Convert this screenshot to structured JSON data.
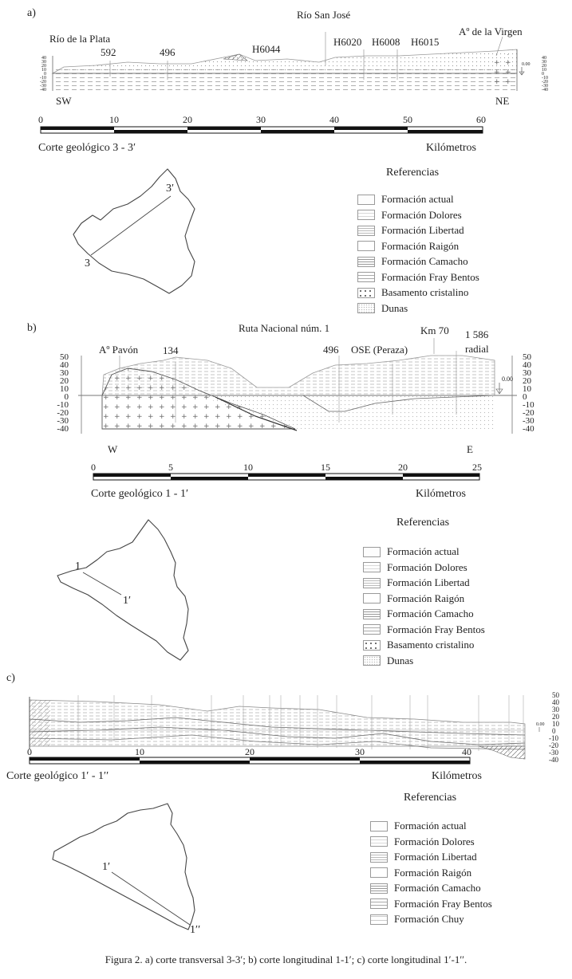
{
  "caption": "Figura 2. a) corte transversal 3-3′; b) corte longitudinal 1-1′; c) corte longitudinal 1′-1′′.",
  "panel_a": {
    "letter": "a)",
    "places": [
      "Río de la Plata",
      "592",
      "496",
      "H6044",
      "Río San José",
      "H6020",
      "H6008",
      "H6015",
      "Aº de la Virgen"
    ],
    "sw": "SW",
    "ne": "NE",
    "datum": "0.00",
    "y_ticks": [
      "40",
      "30",
      "20",
      "10",
      "0",
      "-10",
      "-20",
      "-30",
      "-40"
    ],
    "scale_ticks": [
      "0",
      "10",
      "20",
      "30",
      "40",
      "50",
      "60"
    ],
    "section_title": "Corte geológico 3 - 3′",
    "units": "Kilómetros",
    "map_start": "3",
    "map_end": "3′",
    "legend_title": "Referencias",
    "legend": [
      "Formación actual",
      "Formación Dolores",
      "Formación Libertad",
      "Formación Raigón",
      "Formación Camacho",
      "Formación Fray Bentos",
      "Basamento cristalino",
      "Dunas"
    ]
  },
  "panel_b": {
    "letter": "b)",
    "route": "Ruta Nacional núm. 1",
    "places": [
      "Aº Pavón",
      "134",
      "496",
      "OSE (Peraza)",
      "Km 70",
      "1 586",
      "radial"
    ],
    "w": "W",
    "e": "E",
    "datum": "0.00",
    "y_ticks": [
      "50",
      "40",
      "30",
      "20",
      "10",
      "0",
      "-10",
      "-20",
      "-30",
      "-40"
    ],
    "scale_ticks": [
      "0",
      "5",
      "10",
      "15",
      "20",
      "25"
    ],
    "section_title": "Corte geológico 1 - 1′",
    "units": "Kilómetros",
    "map_start": "1",
    "map_end": "1′",
    "legend_title": "Referencias",
    "legend": [
      "Formación actual",
      "Formación Dolores",
      "Formación Libertad",
      "Formación Raigón",
      "Formación Camacho",
      "Formación Fray Bentos",
      "Basamento cristalino",
      "Dunas"
    ]
  },
  "panel_c": {
    "letter": "c)",
    "datum": "0.00",
    "y_ticks": [
      "50",
      "40",
      "30",
      "20",
      "10",
      "0",
      "-10",
      "-20",
      "-30",
      "-40"
    ],
    "scale_ticks": [
      "0",
      "10",
      "20",
      "30",
      "40"
    ],
    "section_title": "Corte geológico 1′ - 1′′",
    "units": "Kilómetros",
    "map_start": "1′",
    "map_end": "1′′",
    "legend_title": "Referencias",
    "legend": [
      "Formación actual",
      "Formación Dolores",
      "Formación Libertad",
      "Formación Raigón",
      "Formación Camacho",
      "Formación Fray Bentos",
      "Formación Chuy"
    ]
  }
}
